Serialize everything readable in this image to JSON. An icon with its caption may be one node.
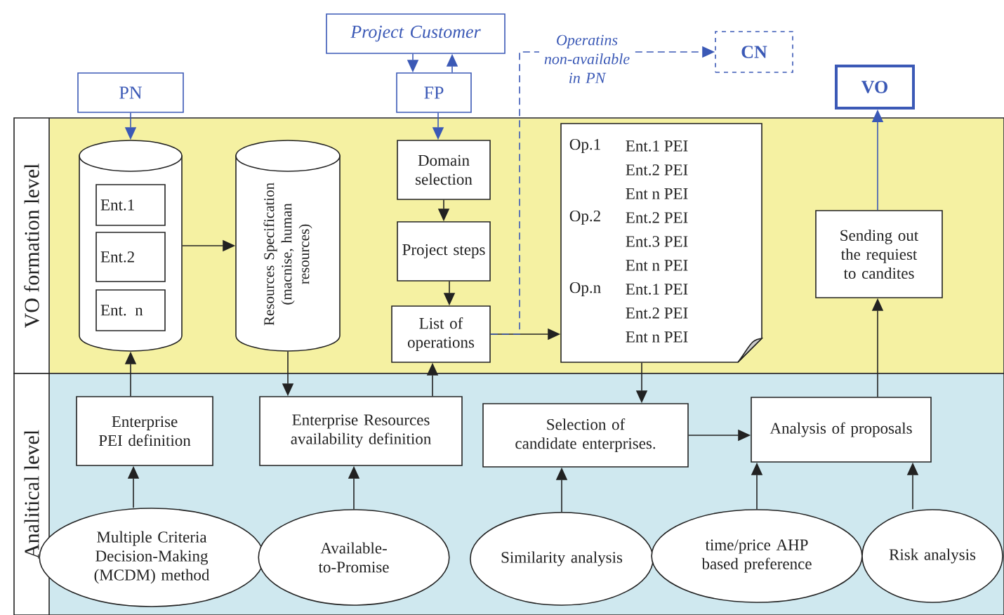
{
  "diagram": {
    "nodes": [
      {
        "text": [
          "Project Customer"
        ]
      },
      {
        "text": [
          "PN"
        ]
      },
      {
        "text": [
          "FP"
        ]
      },
      {
        "text": [
          "CN"
        ]
      },
      {
        "text": [
          "VO"
        ]
      },
      {
        "text": [
          "VO formation level"
        ]
      },
      {
        "text": [],
        "shape": "cylinder",
        "in": 5
      },
      {
        "text": [
          "Ent.1"
        ],
        "in": 6
      },
      {
        "text": [
          "Ent.2"
        ],
        "in": 6
      },
      {
        "text": [
          "Ent. n"
        ],
        "in": 6
      },
      {
        "text": [
          "Resources Specification (macnise, human resources)"
        ],
        "in": 5
      },
      {
        "text": [
          "Domain selection"
        ],
        "in": 5
      },
      {
        "text": [
          "Project steps"
        ],
        "in": 5
      },
      {
        "text": [
          "List of operations"
        ],
        "in": 5
      },
      {
        "text": [
          "Op.1",
          "Ent.1 PEI",
          "Ent.2 PEI",
          "Ent n PEI",
          "Op.2",
          "Ent.2 PEI",
          "Ent.3 PEI",
          "Ent n PEI",
          "Op.n",
          "Ent.1 PEI",
          "Ent.2 PEI",
          "Ent n PEI"
        ],
        "in": 5
      },
      {
        "text": [
          "Sending out the requiest to candites"
        ],
        "in": 5
      },
      {
        "text": [
          "Analitical level"
        ]
      },
      {
        "text": [
          "Enterprise PEI definition"
        ],
        "in": 16
      },
      {
        "text": [
          "Enterprise Resources availability definition"
        ],
        "in": 16
      },
      {
        "text": [
          "Selection of candidate enterprises."
        ],
        "in": 16
      },
      {
        "text": [
          "Analysis of proposals"
        ],
        "in": 16
      },
      {
        "text": [
          "Multiple Criteria Decision-Making (MCDM) method"
        ],
        "in": 16
      },
      {
        "text": [
          "Available-to-Promise"
        ],
        "in": 16
      },
      {
        "text": [
          "Similarity analysis"
        ],
        "in": 16
      },
      {
        "text": [
          "time/price AHP based preference"
        ],
        "in": 16
      },
      {
        "text": [
          "Risk analysis"
        ],
        "in": 16
      }
    ],
    "edges": [
      {
        "from": 0,
        "to": 2,
        "arrow": "to",
        "color": "#3b59b6"
      },
      {
        "from": 2,
        "to": 0,
        "arrow": "to",
        "color": "#3b59b6"
      },
      {
        "from": 1,
        "to": 6,
        "arrow": "to",
        "color": "#3b59b6"
      },
      {
        "from": 2,
        "to": 11,
        "arrow": "to",
        "color": "#3b59b6"
      },
      {
        "from": 11,
        "to": 12,
        "arrow": "to"
      },
      {
        "from": 12,
        "to": 13,
        "arrow": "to"
      },
      {
        "from": 13,
        "to": 14,
        "arrow": "to"
      },
      {
        "from": 13,
        "to": 3,
        "arrow": "to",
        "style": "dashed",
        "color": "#3b59b6",
        "label": "Operatins non-available in PN"
      },
      {
        "from": 6,
        "to": 10,
        "arrow": "to"
      },
      {
        "from": 17,
        "to": 6,
        "arrow": "to"
      },
      {
        "from": 10,
        "to": 18,
        "arrow": "to"
      },
      {
        "from": 18,
        "to": 13,
        "arrow": "to"
      },
      {
        "from": 14,
        "to": 19,
        "arrow": "to"
      },
      {
        "from": 19,
        "to": 20,
        "arrow": "to"
      },
      {
        "from": 20,
        "to": 15,
        "arrow": "to"
      },
      {
        "from": 15,
        "to": 4,
        "arrow": "to",
        "color": "#3b59b6"
      },
      {
        "from": 21,
        "to": 17,
        "arrow": "to"
      },
      {
        "from": 22,
        "to": 18,
        "arrow": "to"
      },
      {
        "from": 23,
        "to": 19,
        "arrow": "to"
      },
      {
        "from": 24,
        "to": 20,
        "arrow": "to"
      },
      {
        "from": 25,
        "to": 20,
        "arrow": "to"
      }
    ]
  }
}
